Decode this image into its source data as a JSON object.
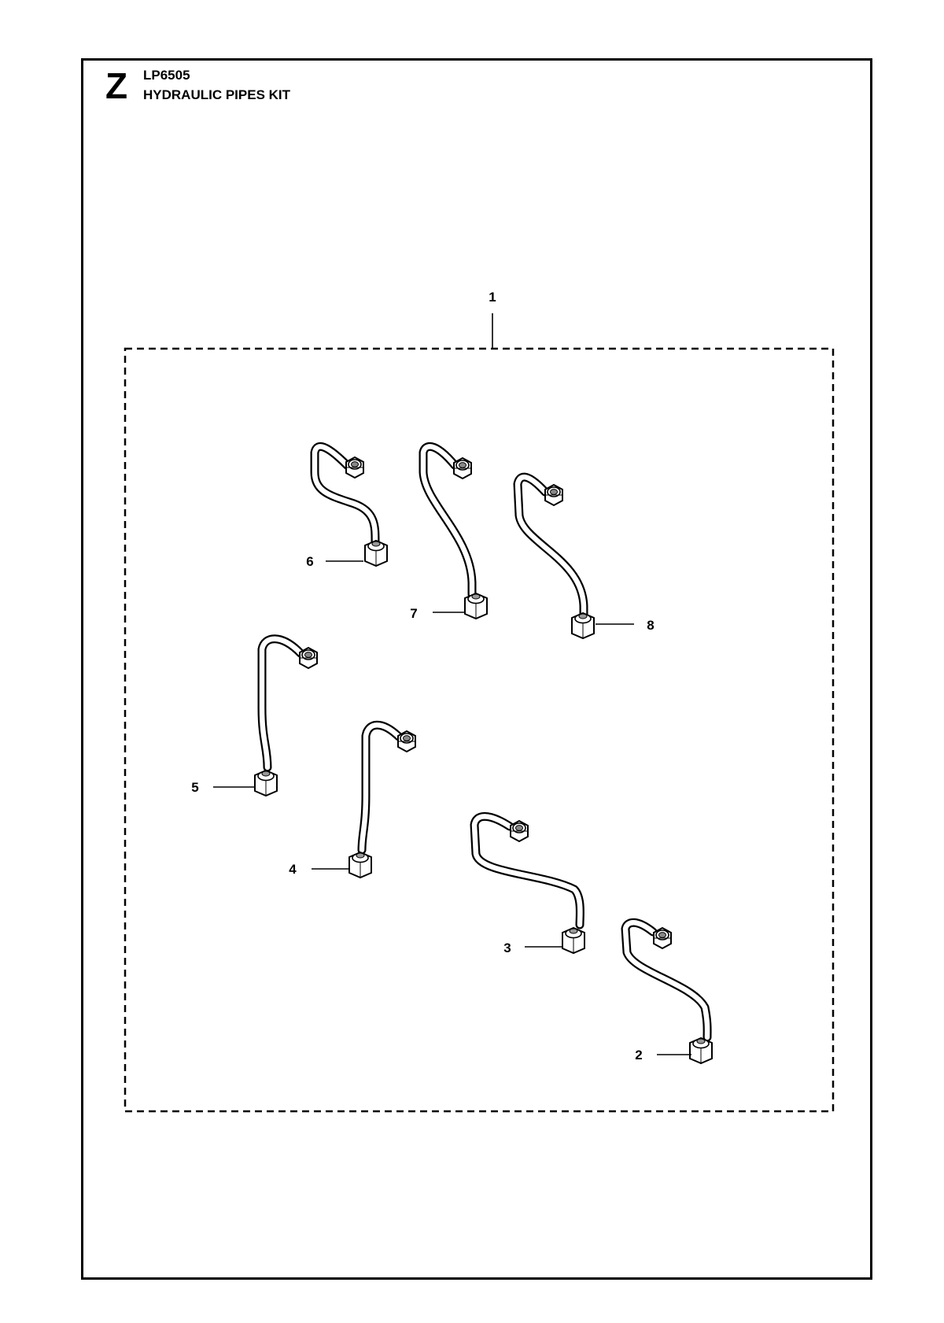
{
  "header": {
    "section_letter": "Z",
    "model": "LP6505",
    "title": "HYDRAULIC PIPES KIT"
  },
  "callouts": {
    "kit": "1",
    "pipe2": "2",
    "pipe3": "3",
    "pipe4": "4",
    "pipe5": "5",
    "pipe6": "6",
    "pipe7": "7",
    "pipe8": "8"
  }
}
